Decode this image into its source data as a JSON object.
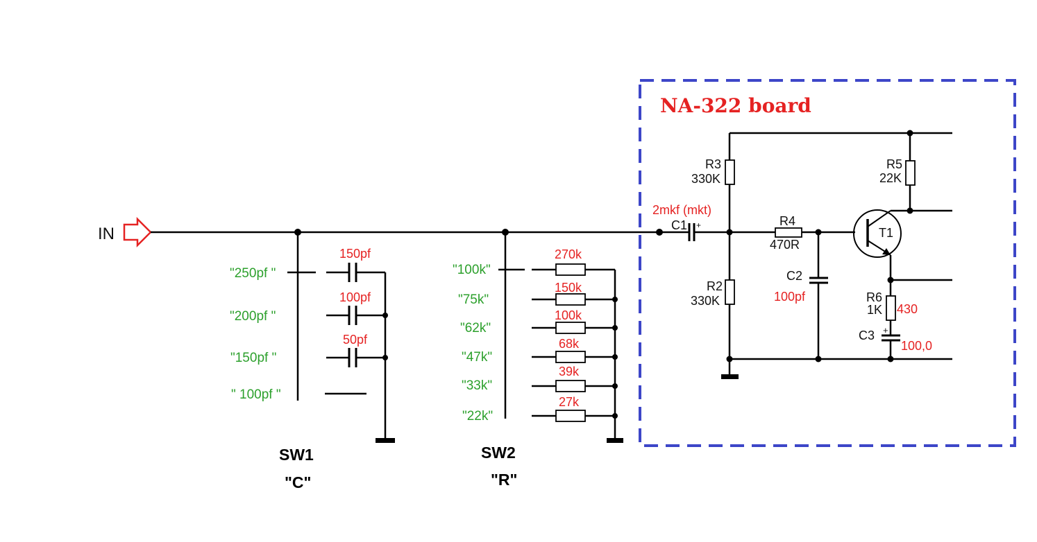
{
  "input_label": "IN",
  "board": {
    "title": "NA-322 board",
    "border_color": "#3d46c8",
    "components": {
      "r3": {
        "ref": "R3",
        "value": "330K"
      },
      "r2": {
        "ref": "R2",
        "value": "330K"
      },
      "r4": {
        "ref": "R4",
        "value": "470R"
      },
      "r5": {
        "ref": "R5",
        "value": "22K"
      },
      "r6": {
        "ref": "R6",
        "value": "1K",
        "alt_value": "430"
      },
      "c1": {
        "ref": "C1",
        "value": "2mkf (mkt)",
        "polarity": "+"
      },
      "c2": {
        "ref": "C2",
        "value": "100pf"
      },
      "c3": {
        "ref": "C3",
        "value": "100,0",
        "polarity": "+"
      },
      "t1": {
        "ref": "T1"
      }
    }
  },
  "sw1": {
    "title": "SW1",
    "subtitle": "\"C\"",
    "positions": [
      "\"250pf \"",
      "\"200pf \"",
      "\"150pf \"",
      "\" 100pf \""
    ],
    "capacitors": [
      "150pf",
      "100pf",
      "50pf"
    ]
  },
  "sw2": {
    "title": "SW2",
    "subtitle": "\"R\"",
    "positions": [
      "\"100k\"",
      "\"75k\"",
      "\"62k\"",
      "\"47k\"",
      "\"33k\"",
      "\"22k\""
    ],
    "resistors": [
      "270k",
      "150k",
      "100k",
      "68k",
      "39k",
      "27k"
    ]
  },
  "colors": {
    "wire": "#000000",
    "value_red": "#e52222",
    "position_green": "#2ca02c",
    "input_arrow": "#e52222"
  }
}
